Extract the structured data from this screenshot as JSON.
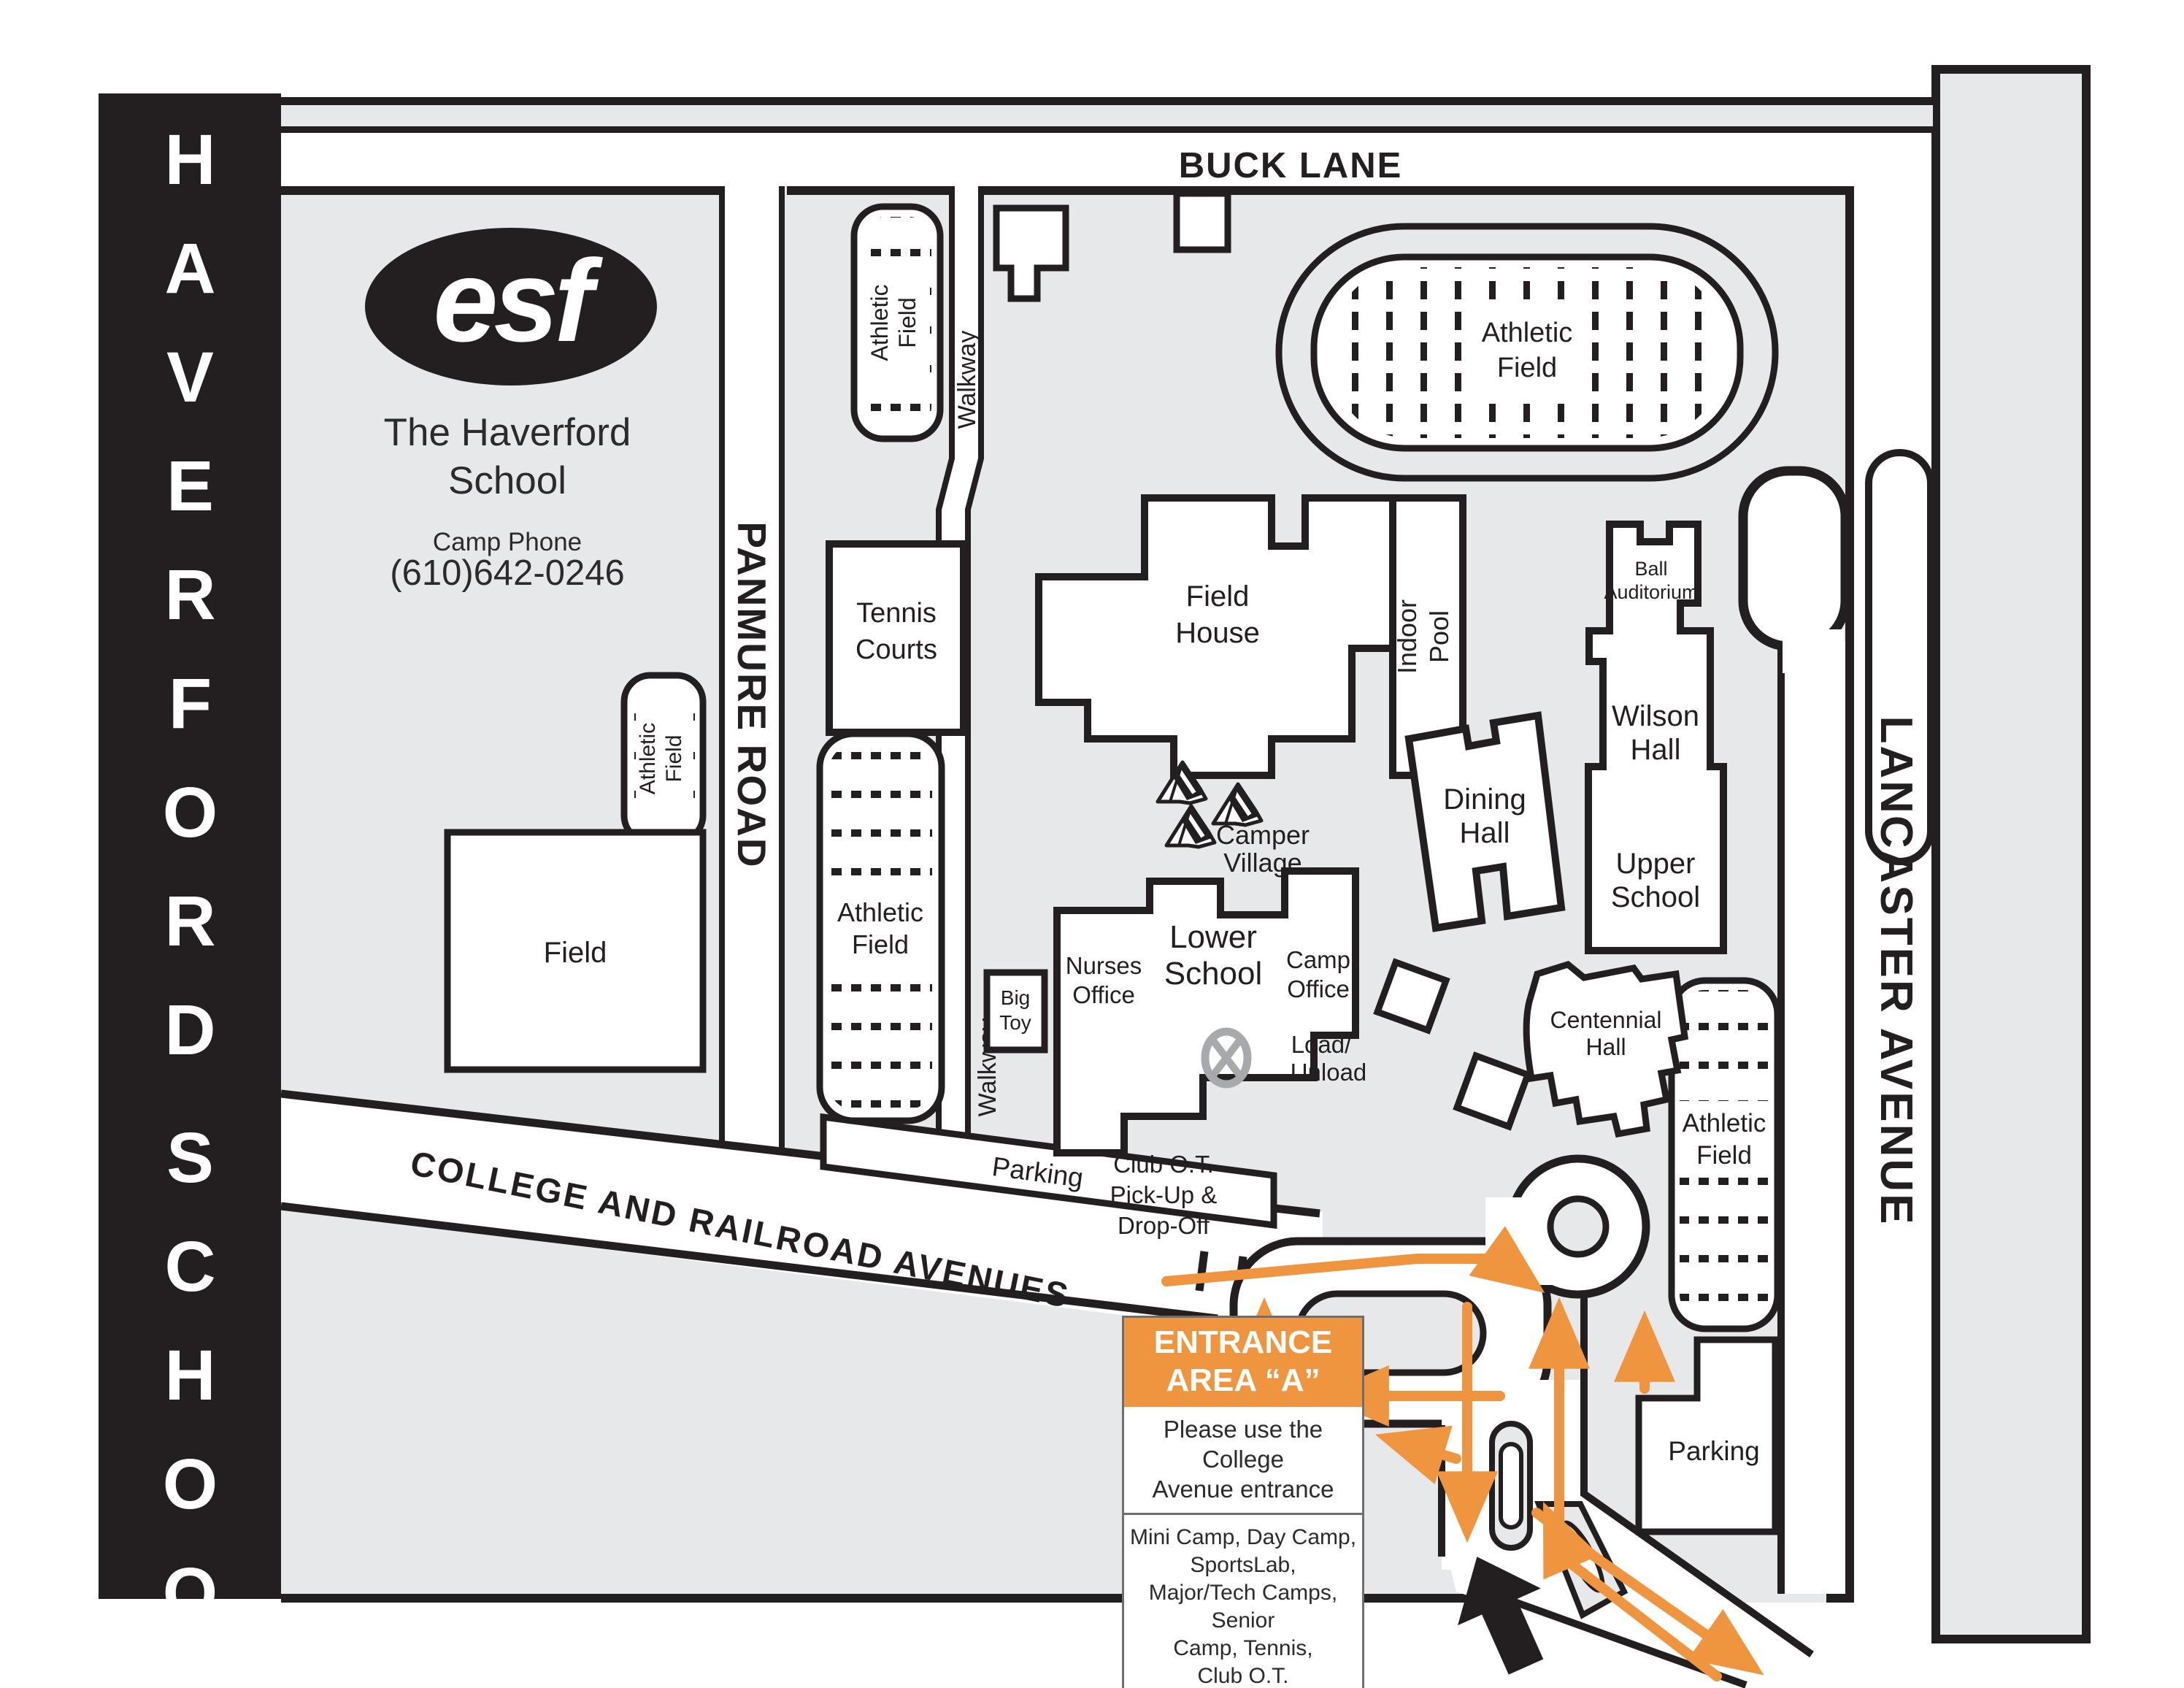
{
  "banner": {
    "word1": "HAVERFORD",
    "word2": "SCHOOL"
  },
  "logo": {
    "brand": "esf",
    "school_line1": "The Haverford",
    "school_line2": "School",
    "phone_label": "Camp Phone",
    "phone_number": "(610)642-0246"
  },
  "streets": {
    "top": "BUCK LANE",
    "west": "PANMURE ROAD",
    "diagonal": "COLLEGE AND RAILROAD AVENUES",
    "east": "LANCASTER AVENUE"
  },
  "paths": {
    "walkway1": "Walkway",
    "walkway2": "Walkway"
  },
  "fields": {
    "f1": {
      "l1": "Athletic",
      "l2": "Field"
    },
    "f2": {
      "l1": "Athletic",
      "l2": "Field"
    },
    "f3": {
      "l1": "Athletic",
      "l2": "Field"
    },
    "f4": {
      "l1": "Athletic",
      "l2": "Field"
    },
    "f5": {
      "l1": "Athletic",
      "l2": "Field"
    },
    "plain": "Field"
  },
  "buildings": {
    "tennis": {
      "l1": "Tennis",
      "l2": "Courts"
    },
    "field_house": {
      "l1": "Field",
      "l2": "House"
    },
    "indoor_pool": {
      "l1": "Indoor",
      "l2": "Pool"
    },
    "ball_aud": {
      "l1": "Ball",
      "l2": "Auditorium"
    },
    "wilson": {
      "l1": "Wilson",
      "l2": "Hall"
    },
    "upper": {
      "l1": "Upper",
      "l2": "School"
    },
    "dining": {
      "l1": "Dining",
      "l2": "Hall"
    },
    "centennial": {
      "l1": "Centennial",
      "l2": "Hall"
    },
    "lower": {
      "l1": "Lower",
      "l2": "School"
    },
    "nurses": {
      "l1": "Nurses",
      "l2": "Office"
    },
    "camp_office": {
      "l1": "Camp",
      "l2": "Office"
    },
    "big_toy": {
      "l1": "Big",
      "l2": "Toy"
    }
  },
  "labels": {
    "camper_village": {
      "l1": "Camper",
      "l2": "Village"
    },
    "load_unload": {
      "l1": "Load/",
      "l2": "Unload"
    },
    "club_ot": {
      "l1": "Club O.T.",
      "l2": "Pick-Up &",
      "l3": "Drop-Off"
    },
    "parking_left": "Parking",
    "parking_right": "Parking"
  },
  "entrance_box": {
    "title1": "ENTRANCE",
    "title2": "AREA “A”",
    "sub1": "Please use the College",
    "sub2": "Avenue entrance",
    "camps1": "Mini Camp, Day Camp,",
    "camps2": "SportsLab,",
    "camps3": "Major/Tech Camps, Senior",
    "camps4": "Camp, Tennis,",
    "camps5": "Club O.T.",
    "marker": "A"
  },
  "colors": {
    "orange": "#F0953F",
    "map_gray": "#E7E8E9",
    "ink": "#231F20",
    "icon_gray": "#A7A9AC"
  }
}
